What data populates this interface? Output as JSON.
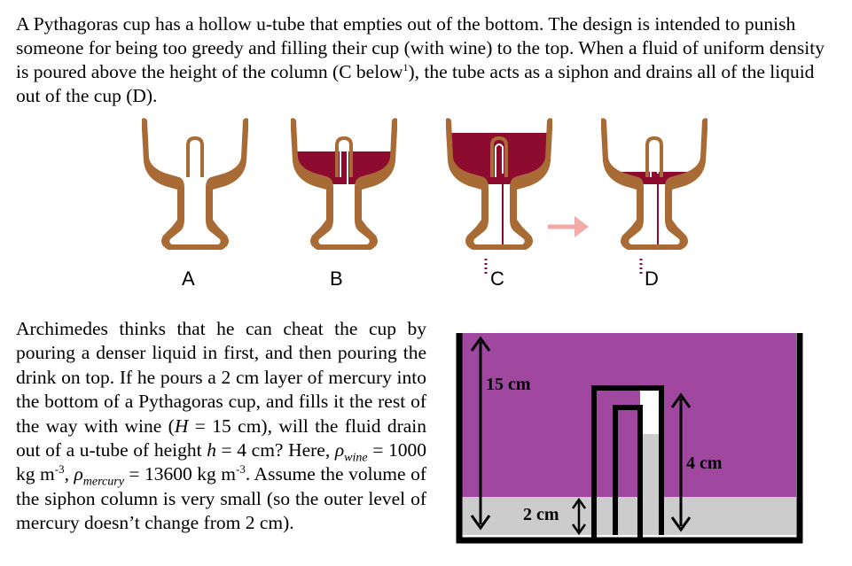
{
  "intro": {
    "part1": "A Pythagoras cup has a hollow u-tube that empties out of the bottom. The design is intended to punish someone for being too greedy and filling their cup (with wine) to the top. When a fluid of uniform density is poured above the height of the column (C below",
    "footnote_mark": "1",
    "part2": "), the tube acts as a siphon and drains all of the liquid out of the cup (D)."
  },
  "cups": {
    "labels": [
      "A",
      "B",
      "C",
      "D"
    ],
    "colors": {
      "cup": "#a86b35",
      "wine": "#8c0b2e",
      "arrow": "#f4a9a9"
    }
  },
  "question": {
    "t1": "Archimedes thinks that he can cheat the cup by pouring a denser liquid in first, and then pouring the drink on top. If he pours a 2 cm layer of mercury into the bottom of a Pythagoras cup, and fills it the rest of the way with wine (",
    "H": "H",
    "t2": " = 15 cm), will the fluid drain out of a u-tube of height ",
    "h": "h",
    "t3": " = 4 cm? Here, ",
    "rho": "ρ",
    "sub_wine": "wine",
    "t4": " = 1000 kg m",
    "exp1": "-3",
    "t5": ", ",
    "sub_mercury": "mercury",
    "t6": " = 13600 kg m",
    "exp2": "-3",
    "t7": ". Assume the volume of the siphon column is very small (so the outer level of mercury doesn’t change from 2 cm)."
  },
  "diagram": {
    "label_H": "15 cm",
    "label_h": "4 cm",
    "label_mercury": "2 cm",
    "colors": {
      "wine": "#a047a0",
      "mercury": "#cccccc",
      "wall": "#000000"
    }
  }
}
